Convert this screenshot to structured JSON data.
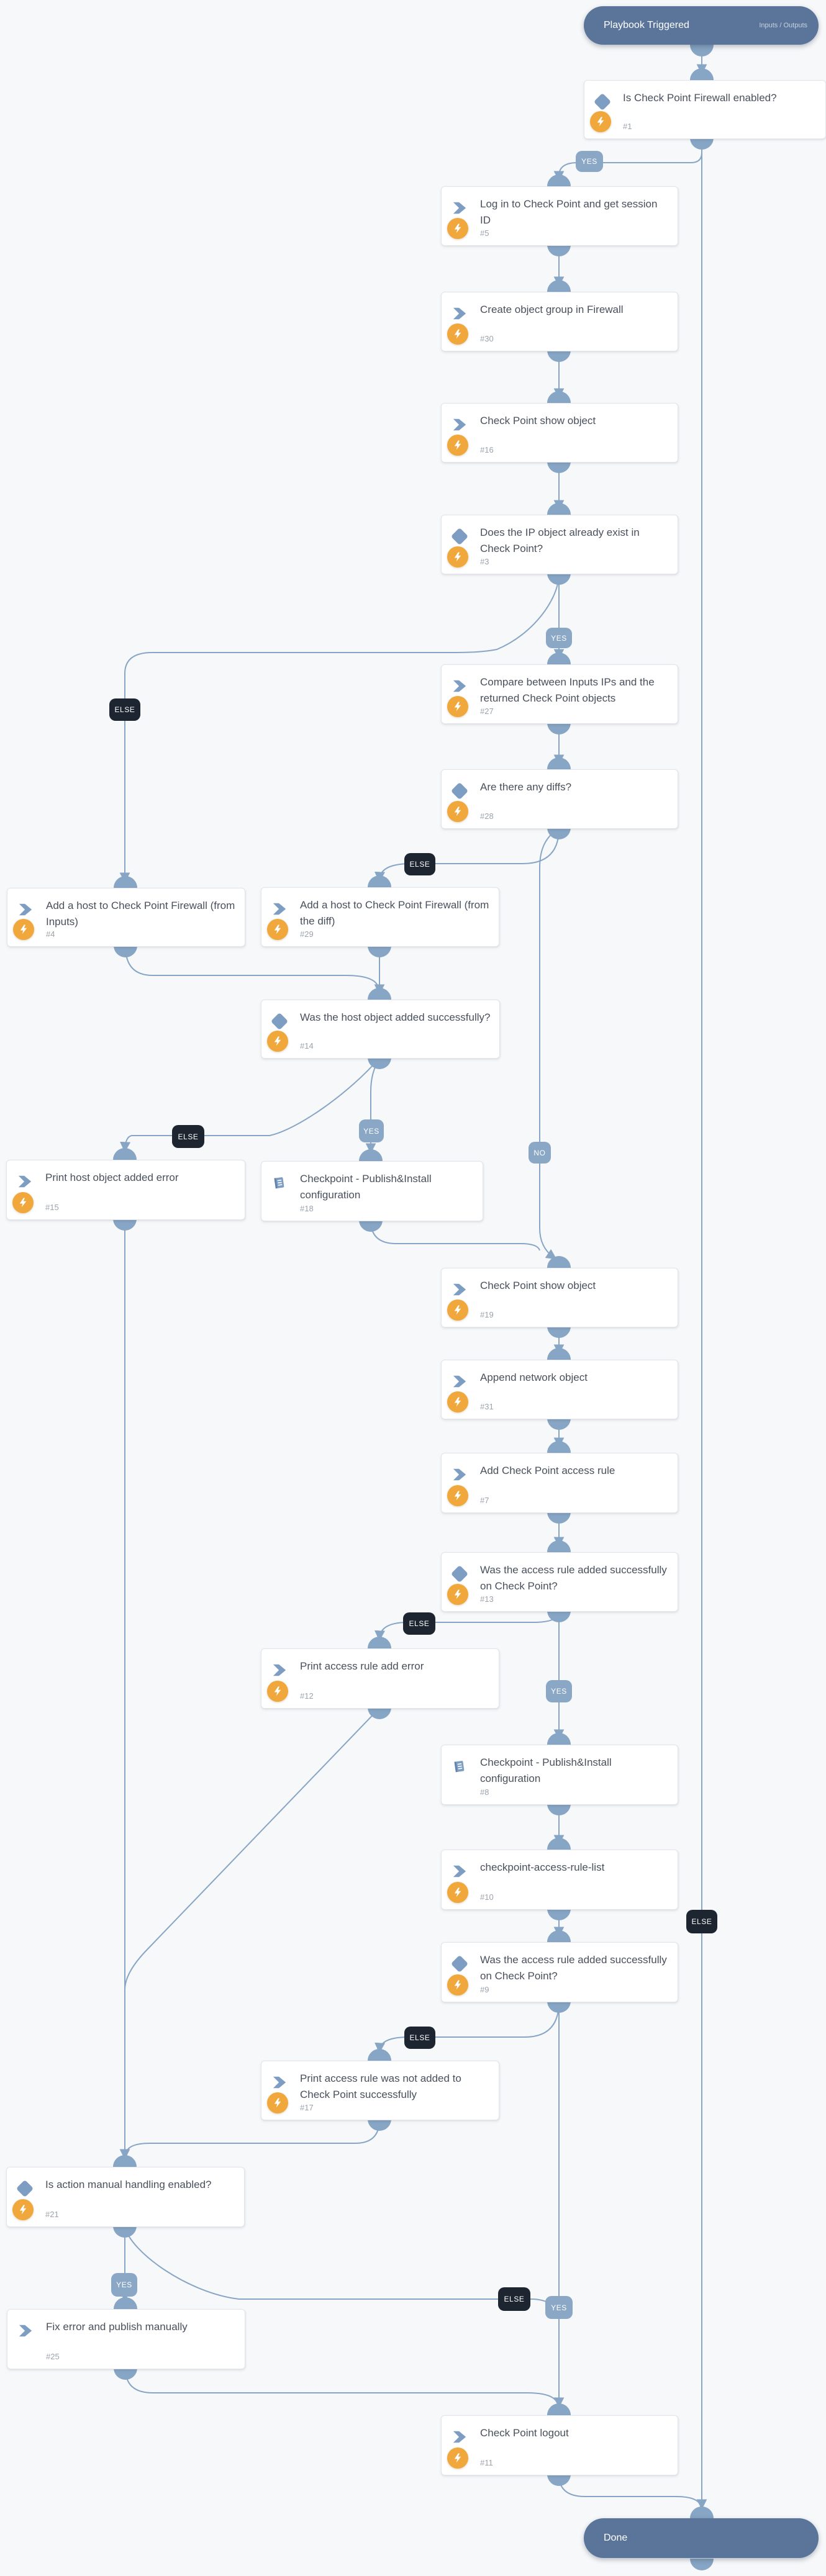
{
  "start": {
    "label": "Playbook Triggered",
    "io_link": "Inputs / Outputs"
  },
  "end": {
    "label": "Done"
  },
  "badges": {
    "yes": "YES",
    "no": "NO",
    "else": "ELSE"
  },
  "colors": {
    "connector": "#87a5c4",
    "badge_yes_bg": "#8aa7c6",
    "badge_else_bg": "#1d2531",
    "pill_bg": "#5a7599",
    "task_icon_blue": "#7d9dc2",
    "automation_orange": "#f0a73c",
    "title_text": "#49505c",
    "number_text": "#9aa3ad"
  },
  "nodes": [
    {
      "num": "#1",
      "title": "Is Check Point Firewall enabled?",
      "type": "condition"
    },
    {
      "num": "#5",
      "title": "Log in to Check Point and get session ID",
      "type": "action"
    },
    {
      "num": "#30",
      "title": "Create object group in Firewall",
      "type": "action"
    },
    {
      "num": "#16",
      "title": "Check Point show object",
      "type": "action"
    },
    {
      "num": "#3",
      "title": "Does the IP object already exist in Check Point?",
      "type": "condition"
    },
    {
      "num": "#27",
      "title": "Compare between Inputs IPs and the returned Check Point objects",
      "type": "action"
    },
    {
      "num": "#28",
      "title": "Are there any diffs?",
      "type": "condition"
    },
    {
      "num": "#4",
      "title": "Add a host to Check Point Firewall (from Inputs)",
      "type": "action"
    },
    {
      "num": "#29",
      "title": "Add a host to Check Point Firewall (from the diff)",
      "type": "action"
    },
    {
      "num": "#14",
      "title": "Was the host object added successfully?",
      "type": "condition"
    },
    {
      "num": "#15",
      "title": "Print host object added error",
      "type": "action"
    },
    {
      "num": "#18",
      "title": "Checkpoint - Publish&Install configuration",
      "type": "playbook"
    },
    {
      "num": "#19",
      "title": "Check Point show object",
      "type": "action"
    },
    {
      "num": "#31",
      "title": "Append network object",
      "type": "action"
    },
    {
      "num": "#7",
      "title": "Add Check Point access rule",
      "type": "action"
    },
    {
      "num": "#13",
      "title": "Was the access rule added successfully on Check Point?",
      "type": "condition"
    },
    {
      "num": "#12",
      "title": "Print access rule add error",
      "type": "action"
    },
    {
      "num": "#8",
      "title": "Checkpoint - Publish&Install configuration",
      "type": "playbook"
    },
    {
      "num": "#10",
      "title": "checkpoint-access-rule-list",
      "type": "action"
    },
    {
      "num": "#9",
      "title": "Was the access rule added successfully on Check Point?",
      "type": "condition"
    },
    {
      "num": "#17",
      "title": "Print access rule was not added to Check Point successfully",
      "type": "action"
    },
    {
      "num": "#21",
      "title": "Is action manual handling enabled?",
      "type": "condition"
    },
    {
      "num": "#25",
      "title": "Fix error and publish manually",
      "type": "manual"
    },
    {
      "num": "#11",
      "title": "Check Point logout",
      "type": "action"
    }
  ]
}
